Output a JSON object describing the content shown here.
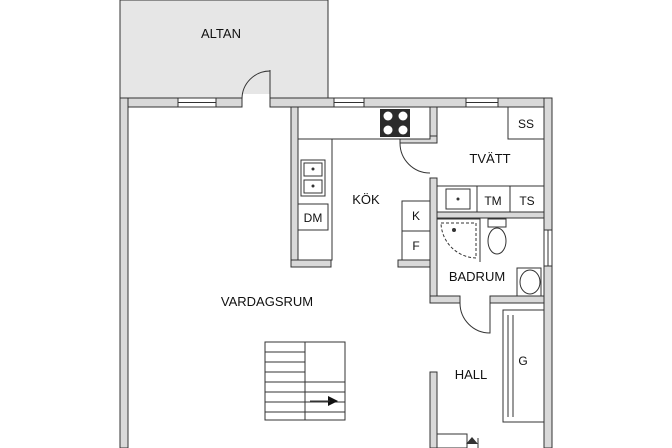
{
  "rooms": {
    "altan": "ALTAN",
    "kok": "KÖK",
    "tvatt": "TVÄTT",
    "badrum": "BADRUM",
    "vardagsrum": "VARDAGSRUM",
    "hall": "HALL"
  },
  "fixtures": {
    "dm": "DM",
    "k": "K",
    "f": "F",
    "ss": "SS",
    "tm": "TM",
    "ts": "TS",
    "g": "G"
  },
  "colors": {
    "wall_fill": "#d9d9d9",
    "balcony_fill": "#e6e6e6",
    "line": "#333333",
    "stove": "#2b2b2b"
  }
}
